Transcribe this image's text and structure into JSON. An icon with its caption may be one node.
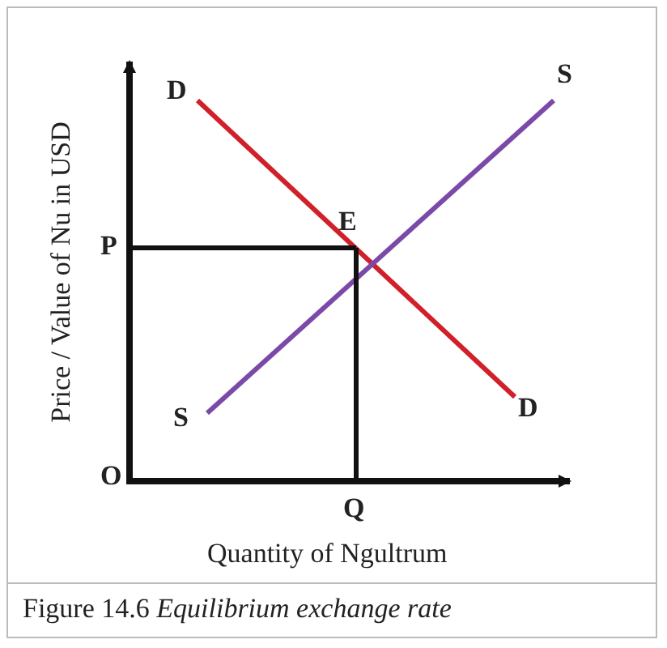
{
  "diagram": {
    "caption": "Figure 14.6 *Equilibrium exchange rate*",
    "labels": [
      "D",
      "S",
      "P",
      "E",
      "S",
      "D",
      "O",
      "Q",
      "Price / Value of Nu in USD",
      "Quantity of Ngultrum"
    ]
  }
}
